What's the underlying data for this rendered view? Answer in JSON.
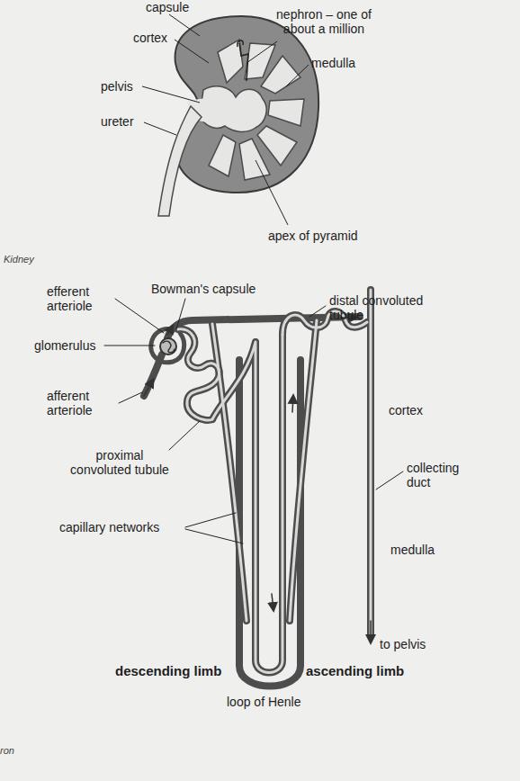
{
  "diagram": {
    "labels": [
      "capsule",
      "nephron – one of about a million",
      "cortex",
      "medulla",
      "pelvis",
      "ureter",
      "apex of pyramid",
      "Kidney",
      "efferent arteriole",
      "Bowman's capsule",
      "distal convoluted tubule",
      "glomerulus",
      "afferent arteriole",
      "cortex",
      "proximal convoluted tubule",
      "collecting duct",
      "capillary networks",
      "medulla",
      "to pelvis",
      "descending limb",
      "ascending limb",
      "loop of Henle",
      "ron"
    ]
  }
}
